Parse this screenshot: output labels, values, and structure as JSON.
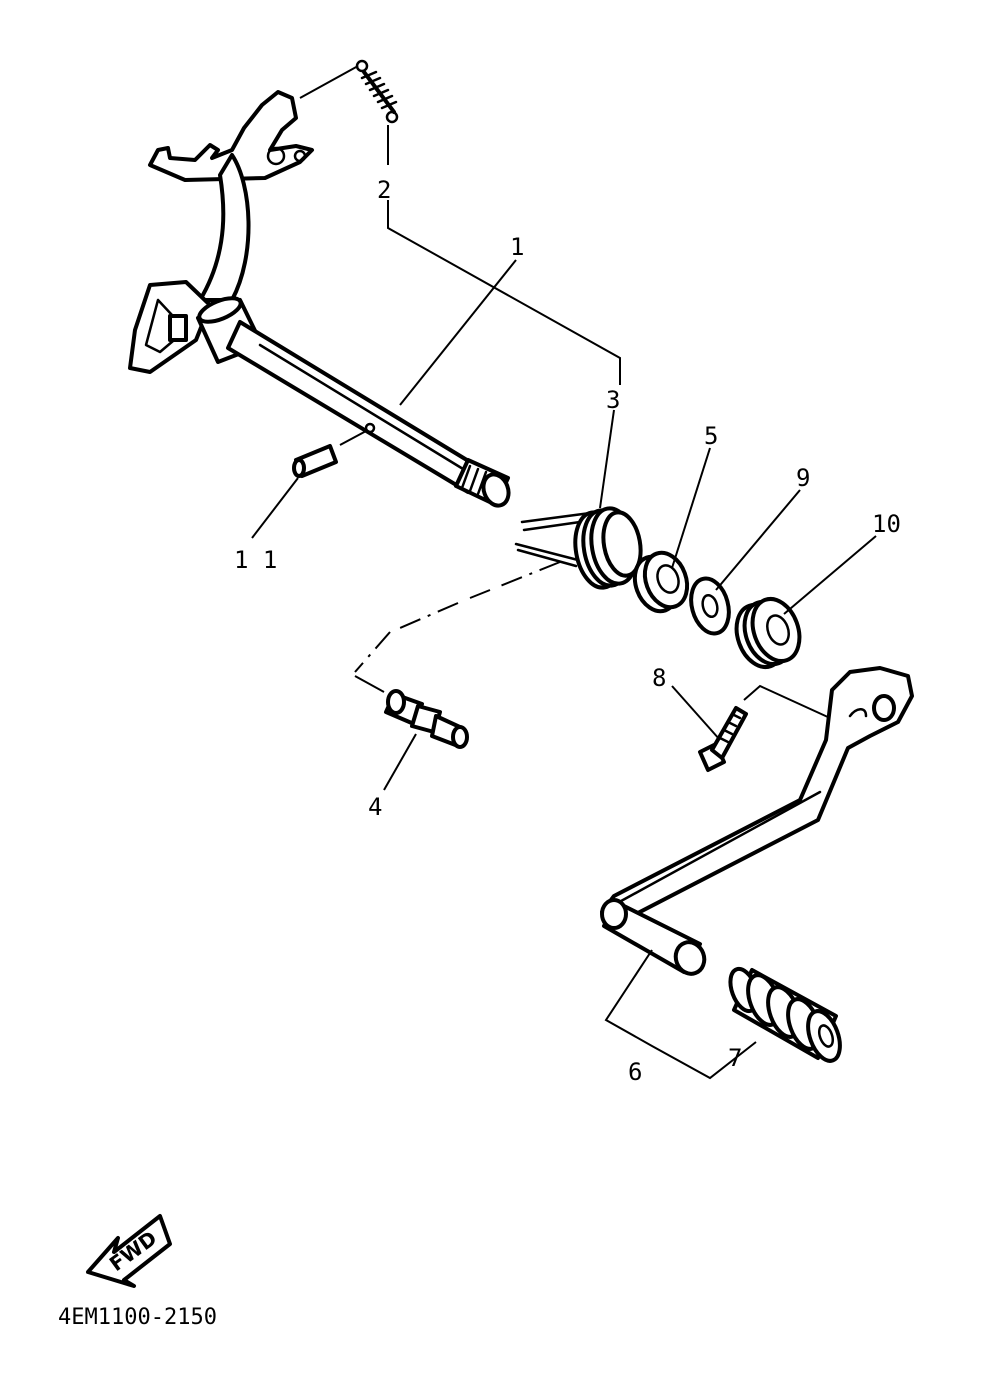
{
  "diagram": {
    "labels": {
      "p1": "1",
      "p2": "2",
      "p3": "3",
      "p4": "4",
      "p5": "5",
      "p6": "6",
      "p7": "7",
      "p8": "8",
      "p9": "9",
      "p10": "10",
      "p11": "1 1"
    },
    "fwd_text": "FWD",
    "drawing_code": "4EM1100-2150"
  }
}
